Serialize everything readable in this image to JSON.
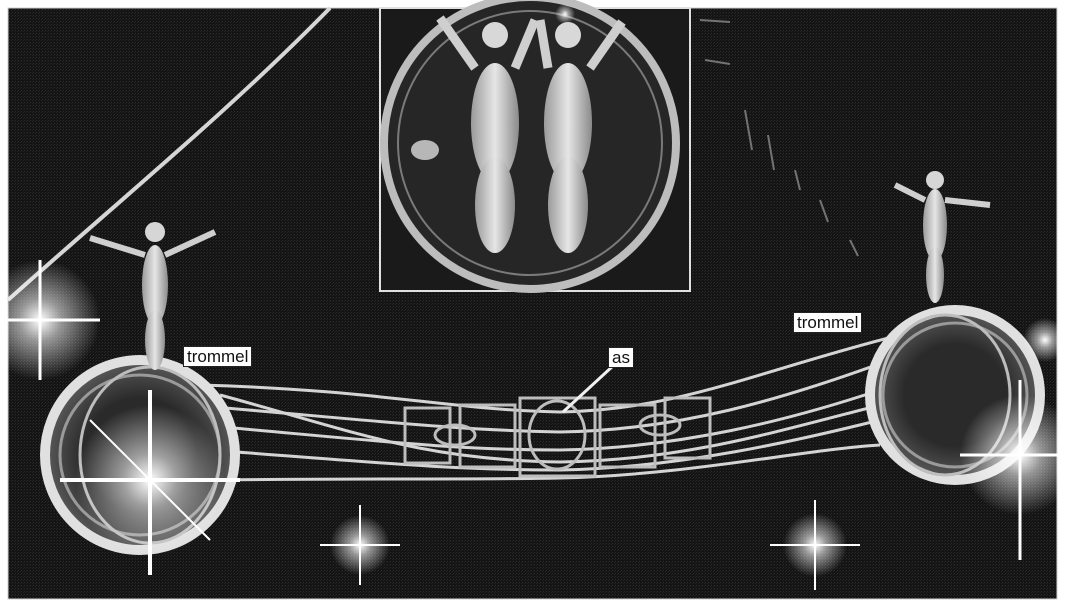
{
  "labels": {
    "trommel_left": "trommel",
    "trommel_right": "trommel",
    "axle": "as"
  },
  "colors": {
    "background": "#161616",
    "structure": "#e8e8e8",
    "label_bg": "#ffffff",
    "label_text": "#111111"
  }
}
